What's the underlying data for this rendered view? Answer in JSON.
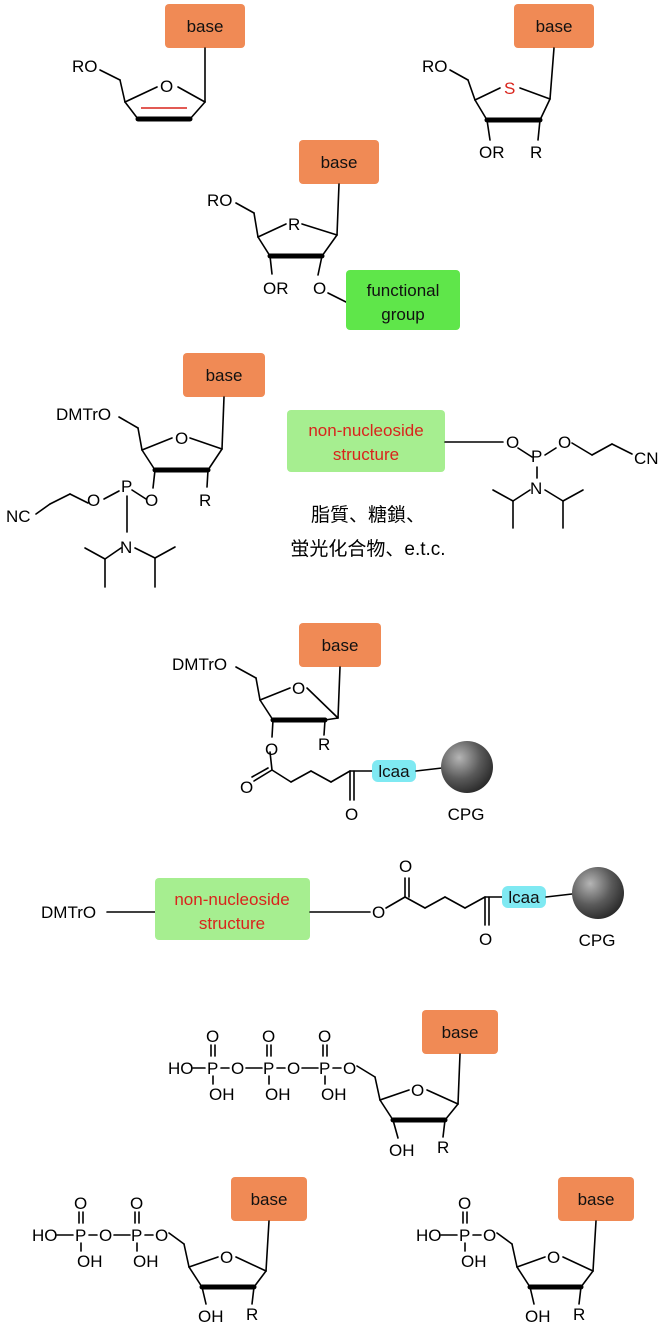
{
  "colors": {
    "base_box": "#f08a55",
    "functional_box": "#5fe64a",
    "non_nucleoside_box": "#a6ee90",
    "non_nucleoside_text": "#d9241c",
    "lcaa_box": "#7fe9f2",
    "sulfur": "#d9241c",
    "double_bond": "#d9241c",
    "cpg_bead": "#555555"
  },
  "labels": {
    "base": "base",
    "functional_group": [
      "functional",
      "group"
    ],
    "non_nucleoside": [
      "non-nucleoside",
      "structure"
    ],
    "lcaa": "lcaa",
    "cpg": "CPG",
    "jp_line1": "脂質、糖鎖、",
    "jp_line2": "蛍光化合物、e.t.c."
  },
  "atoms": {
    "RO": "RO",
    "OR": "OR",
    "R": "R",
    "O": "O",
    "S": "S",
    "P": "P",
    "N": "N",
    "NC": "NC",
    "CN": "CN",
    "DMTrO": "DMTrO",
    "HO": "HO",
    "OH": "OH"
  }
}
